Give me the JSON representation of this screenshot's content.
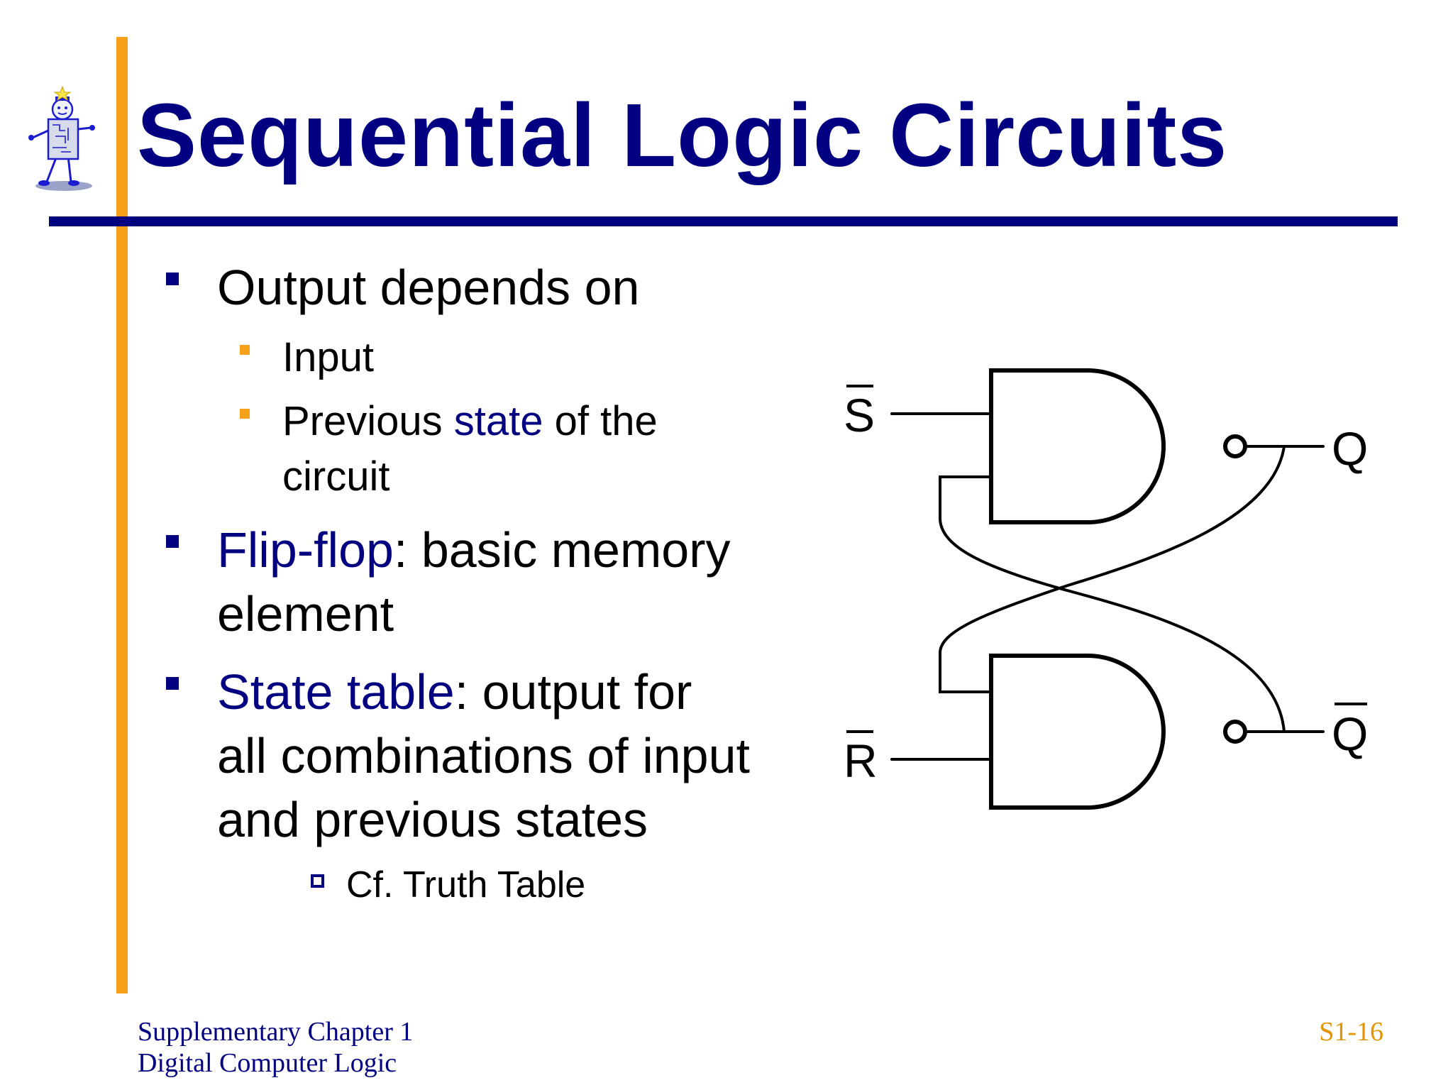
{
  "colors": {
    "title": "#000080",
    "accent_bar": "#F7A11B",
    "rule": "#000080",
    "bullet_l1": "#000080",
    "bullet_l2": "#F7A11B",
    "bullet_l3": "#000080",
    "highlight": "#000080",
    "footer_left": "#000080",
    "footer_right": "#E39400"
  },
  "mascot": {
    "icon": "robot-mascot-icon"
  },
  "title": "Sequential Logic Circuits",
  "bullets": {
    "b1": {
      "text": "Output depends on"
    },
    "b1_1": {
      "text": "Input"
    },
    "b1_2": {
      "pre": "Previous ",
      "term": "state",
      "post": " of the",
      "line2": "circuit"
    },
    "b2": {
      "term": "Flip-flop",
      "post": ": basic memory",
      "line2": "element"
    },
    "b3": {
      "term": "State table",
      "post": ":  output for",
      "line2": "all combinations of input",
      "line3": "and previous states"
    },
    "b3_1": {
      "text": "Cf. Truth Table"
    }
  },
  "diagram": {
    "labels": {
      "s_bar": "S",
      "r_bar": "R",
      "q": "Q",
      "q_bar": "Q"
    }
  },
  "footer": {
    "line1": "Supplementary Chapter 1",
    "line2": "Digital Computer Logic",
    "page": "S1-16"
  }
}
